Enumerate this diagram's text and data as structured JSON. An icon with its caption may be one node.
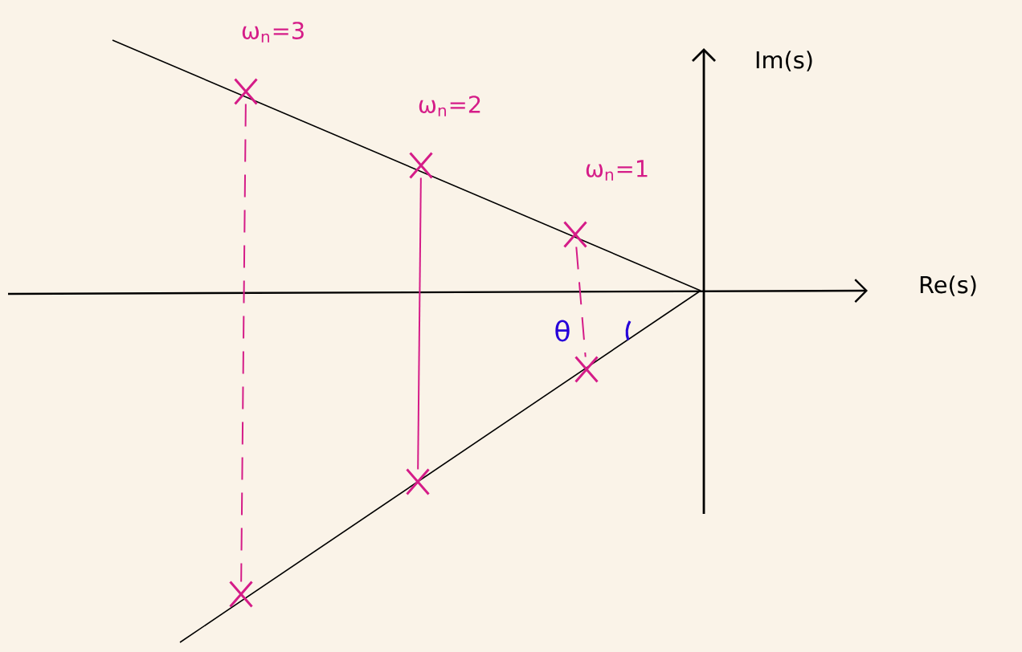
{
  "diagram": {
    "nodes": [
      {
        "text": [],
        "shape": "cross",
        "beside": [
          "ω$_{n}$=3"
        ]
      },
      {
        "text": [],
        "shape": "cross"
      },
      {
        "text": [],
        "shape": "cross",
        "beside": [
          "ω$_{n}$=2"
        ]
      },
      {
        "text": [],
        "shape": "cross"
      },
      {
        "text": [],
        "shape": "cross",
        "beside": [
          "ω$_{n}$=1"
        ]
      },
      {
        "text": [],
        "shape": "cross"
      }
    ],
    "edges": [
      {
        "from": 0,
        "to": 1,
        "arrow": "none",
        "style": "dashed"
      },
      {
        "from": 2,
        "to": 3,
        "arrow": "none"
      },
      {
        "from": 4,
        "to": 5,
        "arrow": "none",
        "style": "dashed"
      }
    ],
    "labels": [
      "Im(s)",
      "Re(s)",
      "θ"
    ]
  }
}
